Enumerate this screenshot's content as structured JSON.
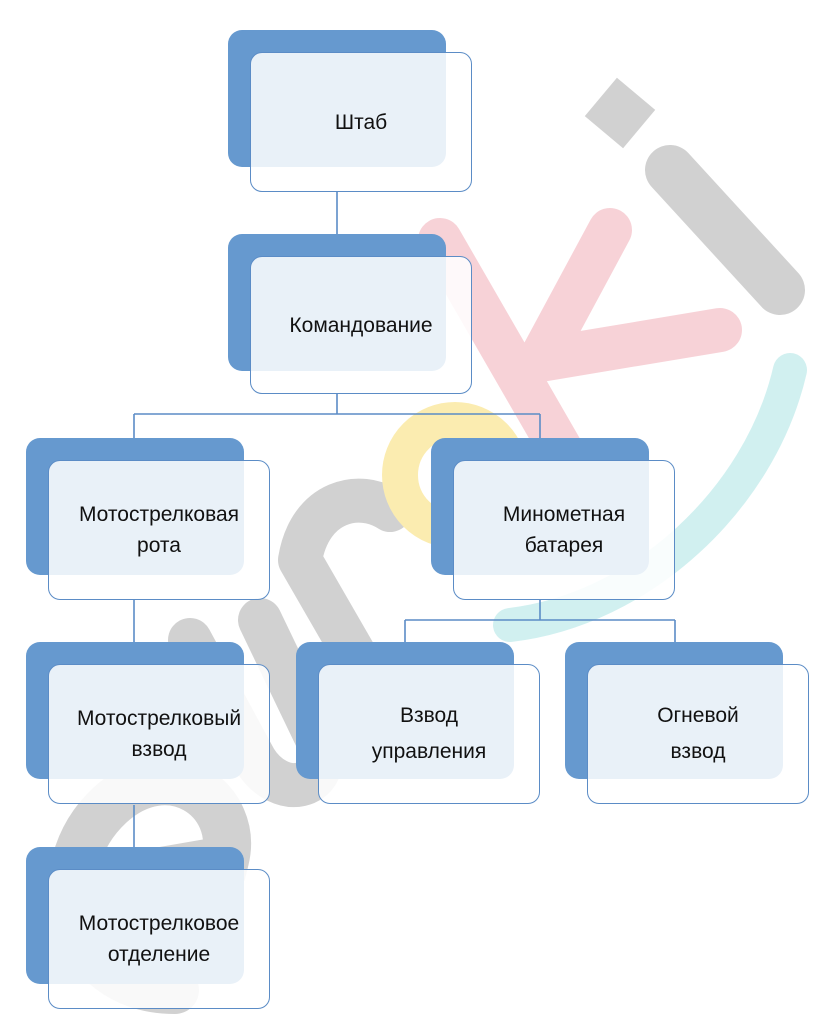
{
  "diagram": {
    "nodes": {
      "hq": {
        "lines": [
          "Штаб"
        ]
      },
      "command": {
        "lines": [
          "Командование"
        ]
      },
      "mr_company": {
        "lines": [
          "Мотострелковая",
          "рота"
        ]
      },
      "mortar_battery": {
        "lines": [
          "Минометная",
          "батарея"
        ]
      },
      "mr_platoon": {
        "lines": [
          "Мотострелковый",
          "взвод"
        ]
      },
      "control_platoon": {
        "lines": [
          "Взвод",
          "управления"
        ]
      },
      "fire_platoon": {
        "lines": [
          "Огневой",
          "взвод"
        ]
      },
      "mr_squad": {
        "lines": [
          "Мотострелковое",
          "отделение"
        ]
      }
    },
    "edges": [
      [
        "hq",
        "command"
      ],
      [
        "command",
        "mr_company"
      ],
      [
        "command",
        "mortar_battery"
      ],
      [
        "mr_company",
        "mr_platoon"
      ],
      [
        "mr_platoon",
        "mr_squad"
      ],
      [
        "mortar_battery",
        "control_platoon"
      ],
      [
        "mortar_battery",
        "fire_platoon"
      ]
    ]
  },
  "watermark": {
    "text": "euroki",
    "colors": {
      "gray": "#cccccc",
      "red": "#f7cdd3",
      "yellow": "#fbeaa8",
      "cyan": "#ccefef"
    }
  },
  "colors": {
    "node_shadow": "#6699cf",
    "node_border": "#5b8cc6",
    "connector": "#5b8cc6"
  }
}
